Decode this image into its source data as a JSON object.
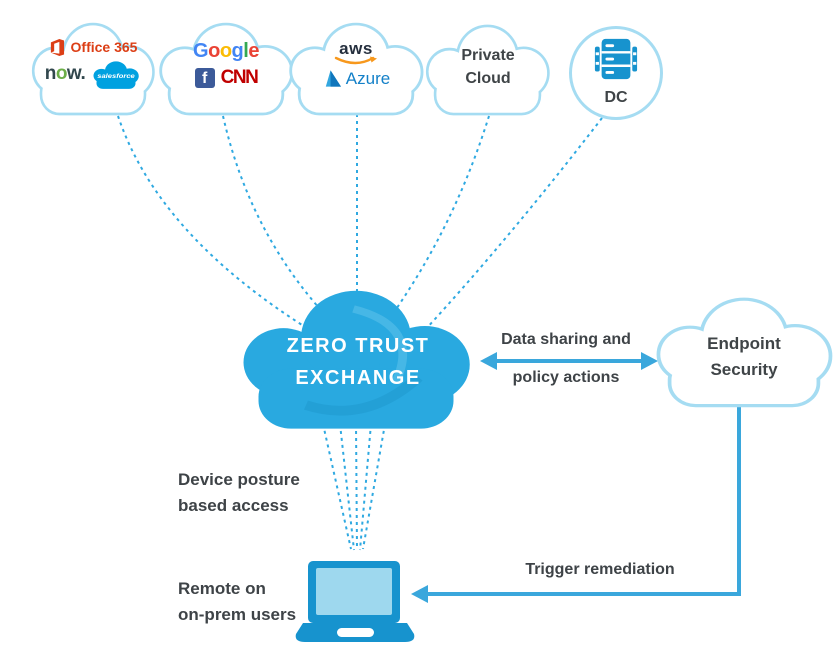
{
  "palette": {
    "exchange_cloud_fill": "#29A9E0",
    "cloud_outline": "#A5DCF2",
    "connector_dotted": "#2FA9E1",
    "arrow": "#3AA7DC",
    "device_fill": "#1793CE",
    "device_screen": "#9ED8EE",
    "text_dark": "#3E4347",
    "office_orange": "#DC3E15",
    "now_green": "#6CAE49",
    "salesforce_blue": "#00A1E0",
    "facebook_blue": "#3C5A99",
    "cnn_red": "#C00000",
    "aws_dark": "#252F3E",
    "aws_orange": "#F7981D",
    "azure_blue": "#1380C8",
    "google_colors": [
      "#4285F4",
      "#EA4335",
      "#FBBC05",
      "#4285F4",
      "#34A853",
      "#EA4335"
    ]
  },
  "top_clouds": {
    "saas_microsoft": {
      "office_label": "Office 365",
      "now_n": "n",
      "now_o": "o",
      "now_w": "w.",
      "salesforce_label": "salesforce"
    },
    "saas_consumer": {
      "google_letters": [
        "G",
        "o",
        "o",
        "g",
        "l",
        "e"
      ],
      "facebook_letter": "f",
      "cnn_label": "CNN"
    },
    "public_iaas": {
      "aws_label": "aws",
      "azure_label": "Azure"
    },
    "private_cloud": {
      "line1": "Private",
      "line2": "Cloud"
    },
    "datacenter": {
      "label": "DC"
    }
  },
  "exchange": {
    "line1": "ZERO TRUST",
    "line2": "EXCHANGE"
  },
  "endpoint": {
    "line1": "Endpoint",
    "line2": "Security"
  },
  "annotations": {
    "data_sharing_line1": "Data sharing and",
    "data_sharing_line2": "policy actions",
    "device_posture_line1": "Device posture",
    "device_posture_line2": "based access",
    "remote_line1": "Remote on",
    "remote_line2": "on-prem users",
    "trigger": "Trigger remediation"
  }
}
